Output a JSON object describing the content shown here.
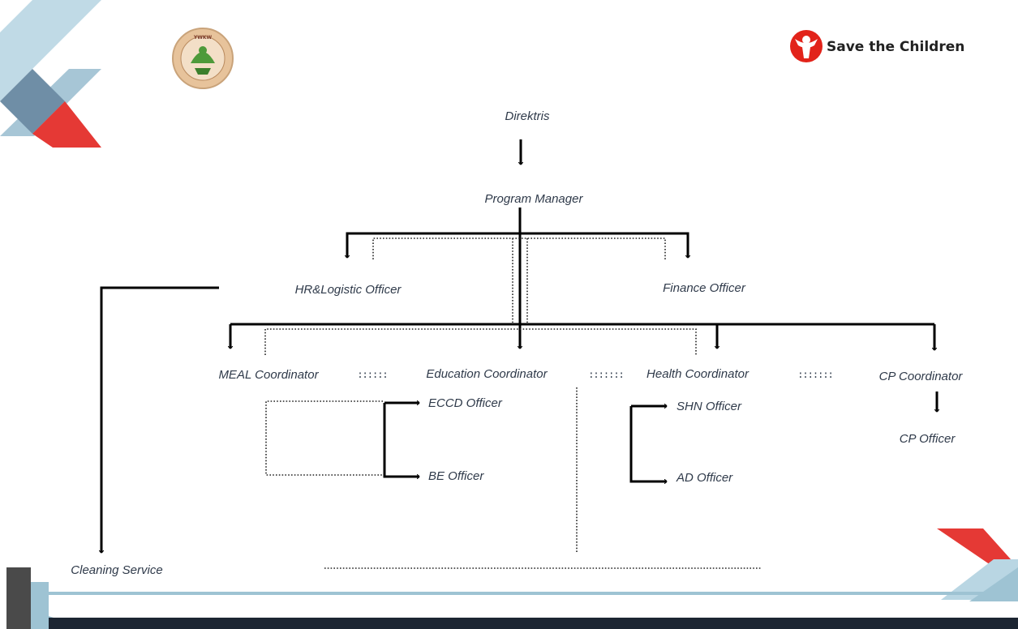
{
  "colors": {
    "accent_red": "#e53935",
    "accent_blue": "#9ec3d3",
    "accent_slate": "#5f7f97",
    "footer_dark": "#1c2532",
    "brand_red": "#e2231a"
  },
  "logos": {
    "left": {
      "icon": "ywkw-seal-icon",
      "text": "YWKW"
    },
    "right": {
      "icon": "save-the-children-figure-icon",
      "text": "Save the Children"
    }
  },
  "nodes": {
    "direktris": "Direktris",
    "program_manager": "Program Manager",
    "hr_logistic": "HR&Logistic Officer",
    "finance": "Finance Officer",
    "meal": "MEAL Coordinator",
    "education": "Education  Coordinator",
    "health": "Health Coordinator",
    "cp_coordinator": "CP Coordinator",
    "eccd": "ECCD Officer",
    "be": "BE Officer",
    "shn": "SHN Officer",
    "ad": "AD Officer",
    "cp_officer": "CP Officer",
    "cleaning": "Cleaning Service"
  },
  "separators": {
    "meal_education": "::::::",
    "education_health": ":::::::",
    "health_cp": ":::::::"
  }
}
